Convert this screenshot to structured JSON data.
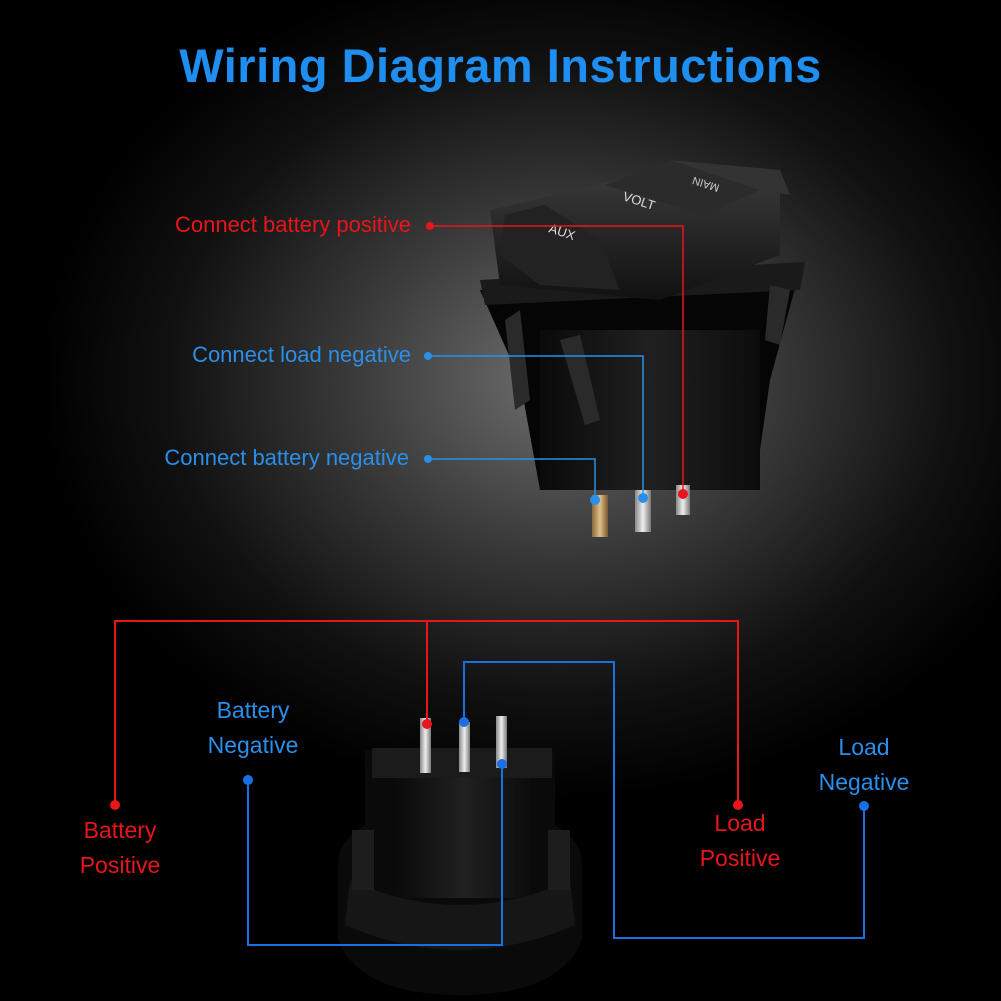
{
  "title": "Wiring Diagram Instructions",
  "colors": {
    "title": "#1e8ff0",
    "red": "#e8151b",
    "blue": "#1b6fe6",
    "blue_text": "#2a8fe8",
    "terminal": "#c8a060"
  },
  "switch_rocker_labels": {
    "aux": "AUX",
    "volt": "VOLT",
    "main": "MAIN"
  },
  "top_labels": {
    "battery_positive": "Connect battery positive",
    "load_negative": "Connect  load negative",
    "battery_negative": "Connect battery negative"
  },
  "bottom_labels": {
    "battery_negative": [
      "Battery",
      "Negative"
    ],
    "battery_positive": [
      "Battery",
      "Positive"
    ],
    "load_positive": [
      "Load",
      "Positive"
    ],
    "load_negative": [
      "Load",
      "Negative"
    ]
  }
}
